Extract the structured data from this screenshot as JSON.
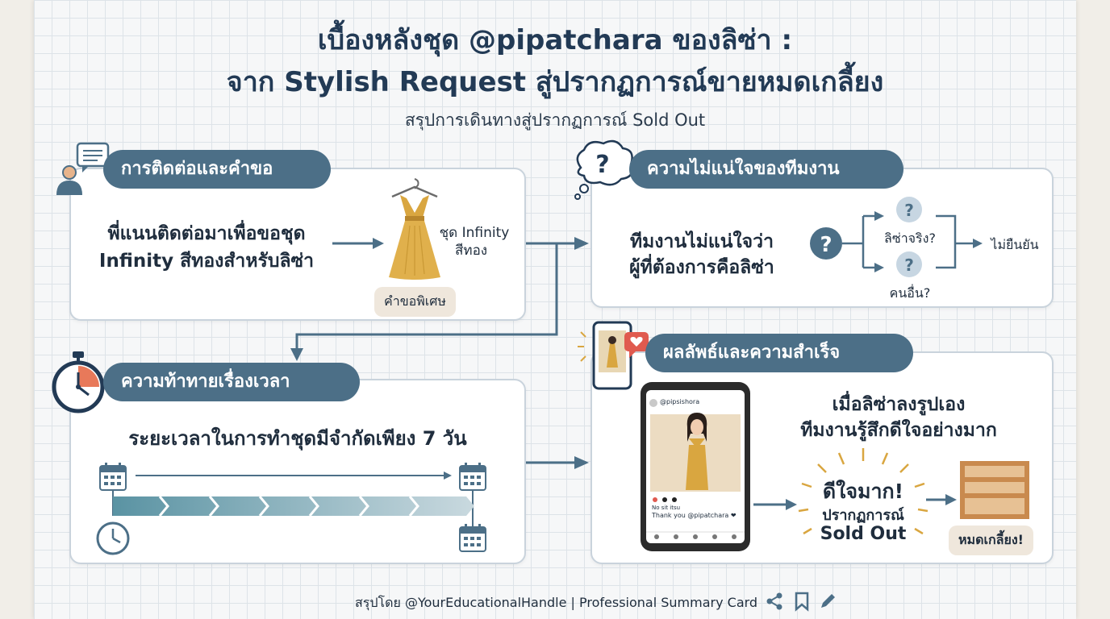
{
  "header": {
    "title_line1": "เบื้องหลังชุด @pipatchara ของลิซ่า :",
    "title_line2": "จาก Stylish Request สู่ปรากฏการณ์ขายหมดเกลี้ยง",
    "subtitle": "สรุปการเดินทางสู่ปรากฏการณ์ Sold Out"
  },
  "request": {
    "heading": "การติดต่อและคำขอ",
    "body_line1": "พี่แนนติดต่อมาเพื่อขอชุด",
    "body_line2": "Infinity สีทองสำหรับลิซ่า",
    "dress_label_line1": "ชุด Infinity",
    "dress_label_line2": "สีทอง",
    "tag": "คำขอพิเศษ"
  },
  "uncertainty": {
    "heading": "ความไม่แน่ใจของทีมงาน",
    "body_line1": "ทีมงานไม่แน่ใจว่า",
    "body_line2": "ผู้ที่ต้องการคือลิซ่า",
    "option_a": "ลิซ่าจริง?",
    "option_b": "คนอื่น?",
    "result": "ไม่ยืนยัน"
  },
  "time": {
    "heading": "ความท้าทายเรื่องเวลา",
    "body": "ระยะเวลาในการทำชุดมีจำกัดเพียง 7 วัน"
  },
  "success": {
    "heading": "ผลลัพธ์และความสำเร็จ",
    "body_line1": "เมื่อลิซ่าลงรูปเอง",
    "body_line2": "ทีมงานรู้สึกดีใจอย่างมาก",
    "burst_line1": "ดีใจมาก!",
    "burst_line2": "ปรากฏการณ์",
    "burst_line3": "Sold Out",
    "sold_tag": "หมดเกลี้ยง!",
    "post_handle": "@pipsishora",
    "post_caption_line1": "No sit itsu",
    "post_caption_line2": "Thank you @pipatchara ❤"
  },
  "footer": {
    "text": "สรุปโดย @YourEducationalHandle | Professional Summary Card"
  },
  "colors": {
    "accent": "#4c6f87",
    "navy": "#223a55",
    "gold": "#d9a640",
    "alert": "#e05a4f"
  },
  "icons": [
    "chat-person-icon",
    "thought-question-icon",
    "stopwatch-icon",
    "phone-heart-icon",
    "share-icon",
    "bookmark-icon",
    "edit-icon",
    "calendar-icon",
    "clock-icon",
    "shelf-icon"
  ]
}
